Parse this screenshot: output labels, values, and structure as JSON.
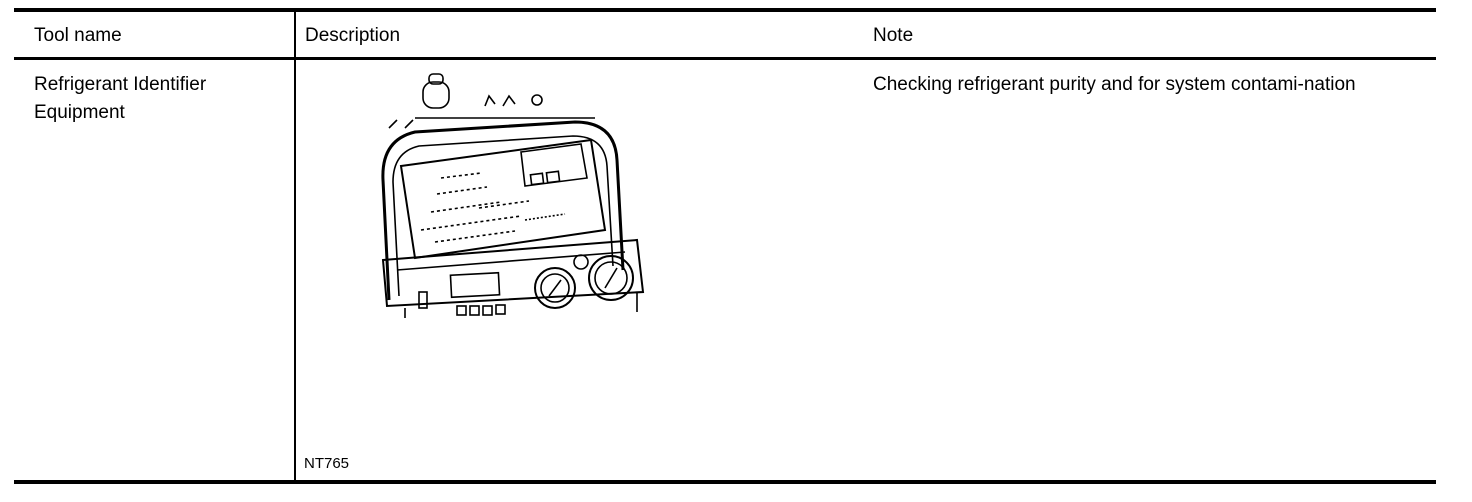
{
  "table": {
    "headers": {
      "tool_name": "Tool name",
      "description": "Description",
      "note": "Note"
    },
    "rows": [
      {
        "tool_name": "Refrigerant Identifier Equipment",
        "figure_code": "NT765",
        "note": "Checking refrigerant purity and for system contami-nation"
      }
    ]
  },
  "illustration": {
    "icon": "refrigerant-identifier-equipment-icon"
  }
}
